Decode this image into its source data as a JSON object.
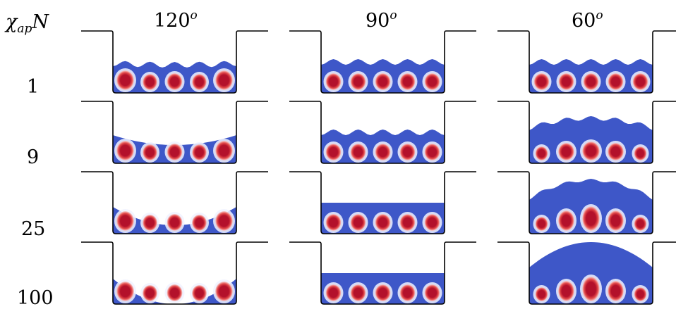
{
  "axis_label": {
    "symbol": "χ",
    "subscript": "ap",
    "suffix": "N"
  },
  "columns": [
    {
      "value": "120",
      "superscript": "o"
    },
    {
      "value": "90",
      "superscript": "o"
    },
    {
      "value": "60",
      "superscript": "o"
    }
  ],
  "rows": [
    "1",
    "9",
    "25",
    "100"
  ],
  "colors": {
    "matrix": "#3e57c8",
    "domain_core": "#b3112b",
    "domain_mid": "#e44a4a",
    "halo": "#f0f2ff",
    "trench_wall": "#000000"
  },
  "panels": [
    [
      {
        "surface": "wavy-flat-high",
        "domains": "edge-large"
      },
      {
        "surface": "wavy-flat",
        "domains": "uniform"
      },
      {
        "surface": "wavy-flat",
        "domains": "uniform"
      }
    ],
    [
      {
        "surface": "concave-slight",
        "domains": "edge-large"
      },
      {
        "surface": "wavy-flat",
        "domains": "uniform"
      },
      {
        "surface": "convex-slight",
        "domains": "center-large"
      }
    ],
    [
      {
        "surface": "concave",
        "domains": "edge-large"
      },
      {
        "surface": "flat",
        "domains": "uniform"
      },
      {
        "surface": "convex",
        "domains": "center-large"
      }
    ],
    [
      {
        "surface": "concave-deep",
        "domains": "edge-large"
      },
      {
        "surface": "flat",
        "domains": "uniform"
      },
      {
        "surface": "convex-deep",
        "domains": "center-large"
      }
    ]
  ]
}
